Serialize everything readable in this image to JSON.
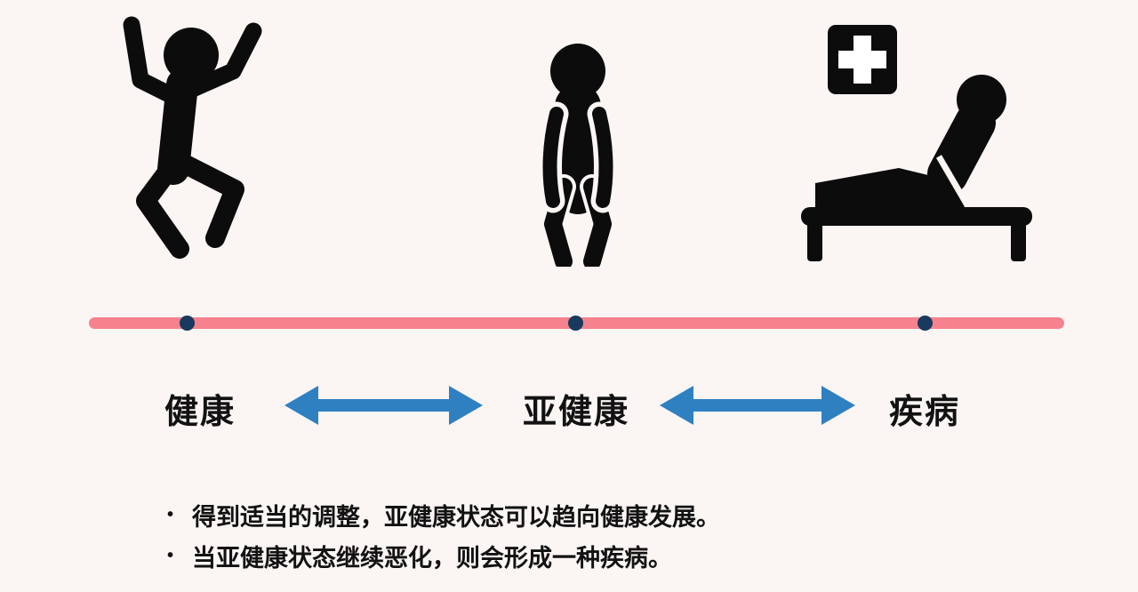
{
  "stages": [
    {
      "label": "健康",
      "icon": "jumping-person-icon"
    },
    {
      "label": "亚健康",
      "icon": "exhausted-person-icon"
    },
    {
      "label": "疾病",
      "icon": "hospital-bed-icon"
    }
  ],
  "notes": {
    "bullet": "•",
    "items": [
      "得到适当的调整，亚健康状态可以趋向健康发展。",
      "当亚健康状态继续恶化，则会形成一种疾病。"
    ]
  },
  "colors": {
    "bg": "#fbf5f4",
    "icon-black": "#0c0c0c",
    "timeline-pink": "#f5828d",
    "dot-navy": "#173a5e",
    "arrow-blue": "#2e80c1",
    "text-black": "#121212"
  }
}
